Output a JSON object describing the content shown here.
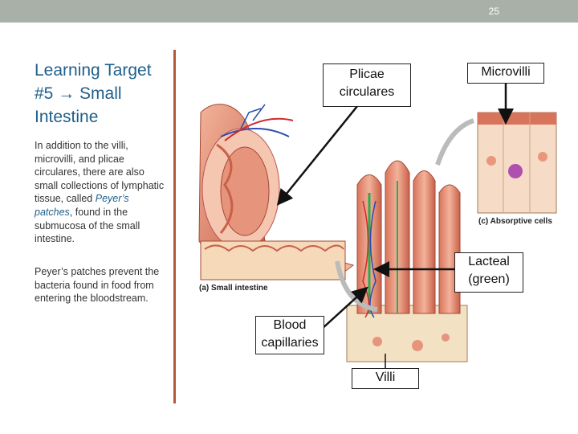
{
  "slide": {
    "number": "25"
  },
  "title": {
    "text": "Learning Target #5 → Small Intestine"
  },
  "body": {
    "p1_before": "In addition to the villi, microvilli, and plicae circulares, there are also small collections of lymphatic tissue, called ",
    "p1_term": "Peyer’s patches",
    "p1_after": ", found in the submucosa of the small intestine.",
    "p2": "Peyer’s patches prevent the bacteria found in food from entering the bloodstream."
  },
  "callouts": {
    "plicae": {
      "line1": "Plicae",
      "line2": "circulares"
    },
    "microvilli": "Microvilli",
    "lacteal": {
      "line1": "Lacteal",
      "line2": "(green)"
    },
    "blood": {
      "line1": "Blood",
      "line2": "capillaries"
    },
    "villi": "Villi"
  },
  "figure_labels": {
    "a": "(a) Small intestine",
    "c": "(c) Absorptive cells"
  },
  "colors": {
    "topbar": "#a8b0a8",
    "title": "#1f5f8b",
    "rule": "#b5583a",
    "tissue": "#e9967a",
    "tissue_dark": "#c9604a",
    "vein": "#2a4db0",
    "artery": "#d22a2a",
    "lacteal": "#2fa84f"
  }
}
